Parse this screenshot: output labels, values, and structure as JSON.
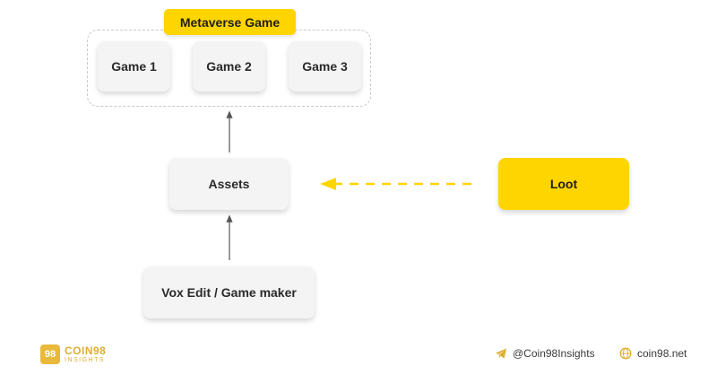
{
  "group": {
    "title": "Metaverse Game"
  },
  "nodes": {
    "game1": "Game 1",
    "game2": "Game 2",
    "game3": "Game 3",
    "assets": "Assets",
    "vox": "Vox Edit / Game maker",
    "loot": "Loot"
  },
  "footer": {
    "logo_mark": "98",
    "logo_brand": "COIN98",
    "logo_sub": "INSIGHTS",
    "telegram": "@Coin98Insights",
    "website": "coin98.net"
  },
  "colors": {
    "accent": "#ffd500",
    "node_bg": "#f4f4f4",
    "brand": "#e0ad30"
  },
  "icons": {
    "telegram": "telegram-icon",
    "website": "globe-icon"
  }
}
